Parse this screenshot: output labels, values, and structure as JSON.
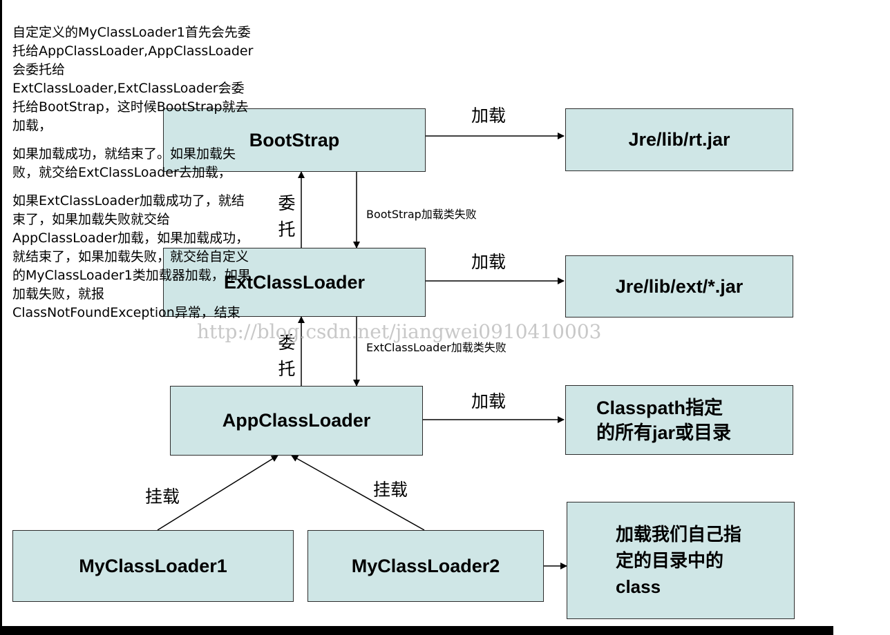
{
  "diagram": {
    "nodes": {
      "bootstrap": "BootStrap",
      "ext_loader": "ExtClassLoader",
      "app_loader": "AppClassLoader",
      "my_loader1": "MyClassLoader1",
      "my_loader2": "MyClassLoader2",
      "rt_jar": "Jre/lib/rt.jar",
      "ext_jar": "Jre/lib/ext/*.jar",
      "classpath": [
        "Classpath指定",
        "的所有jar或目录"
      ],
      "custom_class": [
        "加载我们自己指",
        "定的目录中的",
        "class"
      ]
    },
    "edges": {
      "load_1": "加载",
      "load_2": "加载",
      "load_3": "加载",
      "delegate_1": "委托",
      "delegate_2": "委托",
      "mount_1": "挂载",
      "mount_2": "挂载",
      "bootstrap_fail": "BootStrap加载类失败",
      "ext_fail": "ExtClassLoader加载类失败"
    },
    "note": [
      "自定定义的MyClassLoader1首先会先委托给AppClassLoader,AppClassLoader会委托给ExtClassLoader,ExtClassLoader会委托给BootStrap，这时候BootStrap就去加载，",
      "如果加载成功，就结束了。如果加载失败，就交给ExtClassLoader去加载，",
      "如果ExtClassLoader加载成功了，就结束了，如果加载失败就交给AppClassLoader加载，如果加载成功，就结束了，如果加载失败，就交给自定义的MyClassLoader1类加载器加载，如果加载失败，就报ClassNotFoundException异常，结束"
    ],
    "watermark": "http://blog.csdn.net/jiangwei0910410003",
    "colors": {
      "box_fill": "#cfe6e6",
      "box_border": "#2b2b2b",
      "line": "#000000",
      "watermark": "#c8c8c8"
    }
  }
}
